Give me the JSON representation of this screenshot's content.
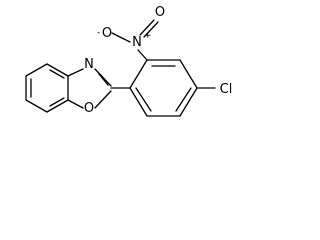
{
  "molecule": {
    "atoms": {
      "n_ring": "N",
      "o_ring": "O",
      "n_nitro": "N",
      "n_nitro_charge": "+",
      "o_nitro_minus": "O",
      "o_nitro_minus_charge": "-",
      "o_nitro_double": "O",
      "cl": "Cl"
    }
  }
}
